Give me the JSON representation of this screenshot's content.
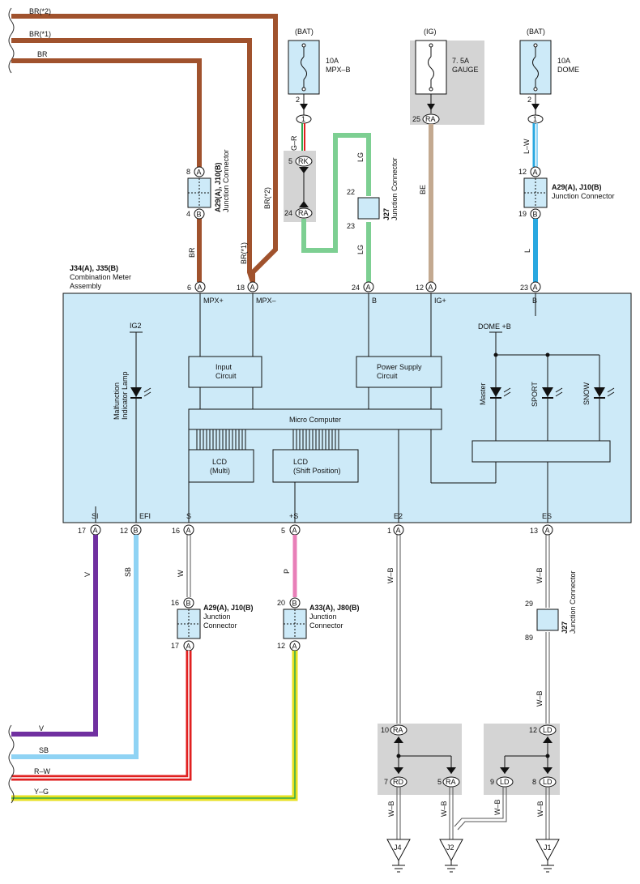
{
  "wires_top": {
    "br2": "BR(*2)",
    "br1": "BR(*1)",
    "br": "BR",
    "br_left": "BR",
    "br1_left": "BR(*1)",
    "br2_right": "BR(*2)",
    "g_r": "G–R",
    "lg_a": "LG",
    "lg_b": "LG",
    "be": "BE",
    "l_w": "L–W",
    "l": "L"
  },
  "fuses": {
    "mpx": {
      "supply": "(BAT)",
      "rating": "10A",
      "name": "MPX–B",
      "pin_out": "2",
      "pin_in": "1"
    },
    "gauge": {
      "supply": "(IG)",
      "rating": "7. 5A",
      "name": "GAUGE",
      "pin": "25",
      "conn": "RA"
    },
    "dome": {
      "supply": "(BAT)",
      "rating": "10A",
      "name": "DOME",
      "pin_out": "2",
      "pin_in": "1"
    }
  },
  "connectors": {
    "rk": "RK",
    "ra": "RA",
    "rk_pin": "5",
    "ra_pin": "24",
    "jc_left": {
      "title": "A29(A), J10(B)",
      "sub": "Junction Connector",
      "pin_top": "8",
      "pin_bot": "4",
      "top": "A",
      "bot": "B"
    },
    "j27_top": {
      "title": "J27",
      "sub": "Junction Connector",
      "pin_top": "22",
      "pin_bot": "23"
    },
    "jc_right": {
      "title": "A29(A), J10(B)",
      "sub": "Junction Connector",
      "pin_top": "12",
      "pin_bot": "19",
      "top": "A",
      "bot": "B"
    },
    "jc_s": {
      "title": "A29(A), J10(B)",
      "sub1": "Junction",
      "sub2": "Connector",
      "pin_top": "16",
      "pin_bot": "17",
      "top": "B",
      "bot": "A"
    },
    "jc_p": {
      "title": "A33(A), J80(B)",
      "sub1": "Junction",
      "sub2": "Connector",
      "pin_top": "20",
      "pin_bot": "12",
      "top": "B",
      "bot": "A"
    },
    "j27_bot": {
      "title": "J27",
      "sub": "Junction Connector",
      "pin_top": "29",
      "pin_bot": "89"
    }
  },
  "meter": {
    "title": "J34(A), J35(B)",
    "sub1": "Combination Meter",
    "sub2": "Assembly",
    "top_pins": [
      {
        "num": "6",
        "conn": "A",
        "label": "MPX+"
      },
      {
        "num": "18",
        "conn": "A",
        "label": "MPX–"
      },
      {
        "num": "24",
        "conn": "A",
        "label": "B"
      },
      {
        "num": "12",
        "conn": "A",
        "label": "IG+"
      },
      {
        "num": "23",
        "conn": "A",
        "label": "B"
      }
    ],
    "bottom_pins": [
      {
        "num": "17",
        "conn": "A",
        "label": "SI"
      },
      {
        "num": "12",
        "conn": "B",
        "label": "EFI"
      },
      {
        "num": "16",
        "conn": "A",
        "label": "S"
      },
      {
        "num": "5",
        "conn": "A",
        "label": "+S"
      },
      {
        "num": "1",
        "conn": "A",
        "label": "E2"
      },
      {
        "num": "13",
        "conn": "A",
        "label": "ES"
      }
    ],
    "ig2": "IG2",
    "mil_1": "Malfunction",
    "mil_2": "Indicator Lamp",
    "input_1": "Input",
    "input_2": "Circuit",
    "ps_1": "Power Supply",
    "ps_2": "Circuit",
    "micro": "Micro Computer",
    "lcd1_1": "LCD",
    "lcd1_2": "(Multi)",
    "lcd2_1": "LCD",
    "lcd2_2": "(Shift Position)",
    "dome_b": "DOME +B",
    "master": "Master",
    "sport": "SPORT",
    "snow": "SNOW"
  },
  "wires_bottom": {
    "v": "V",
    "sb": "SB",
    "w": "W",
    "p": "P",
    "wb1": "W–B",
    "wb2": "W–B",
    "wb3": "W–B",
    "v_left": "V",
    "sb_left": "SB",
    "rw_left": "R–W",
    "yg_left": "Y–G",
    "wb4": "W–B",
    "wb5": "W–B",
    "wb6": "W–B",
    "wb7": "W–B"
  },
  "splices": {
    "left": {
      "in_pin": "10",
      "in_conn": "RA",
      "out1_pin": "7",
      "out1_conn": "RD",
      "out2_pin": "5",
      "out2_conn": "RA"
    },
    "right": {
      "in_pin": "12",
      "in_conn": "LD",
      "out1_pin": "9",
      "out1_conn": "LD",
      "out2_pin": "8",
      "out2_conn": "LD"
    }
  },
  "grounds": {
    "g1": "J4",
    "g2": "J2",
    "g3": "J1"
  },
  "colors": {
    "brown": "#a0522d",
    "green": "#7dcf92",
    "tan": "#c3a990",
    "blue": "#29a8e0",
    "purple": "#7030a0",
    "lightblue": "#8fd3f4",
    "pink": "#e87fb8",
    "red": "#e02020",
    "yellow": "#e8e020",
    "box": "#cdeaf8",
    "shade": "#d4d4d4"
  }
}
